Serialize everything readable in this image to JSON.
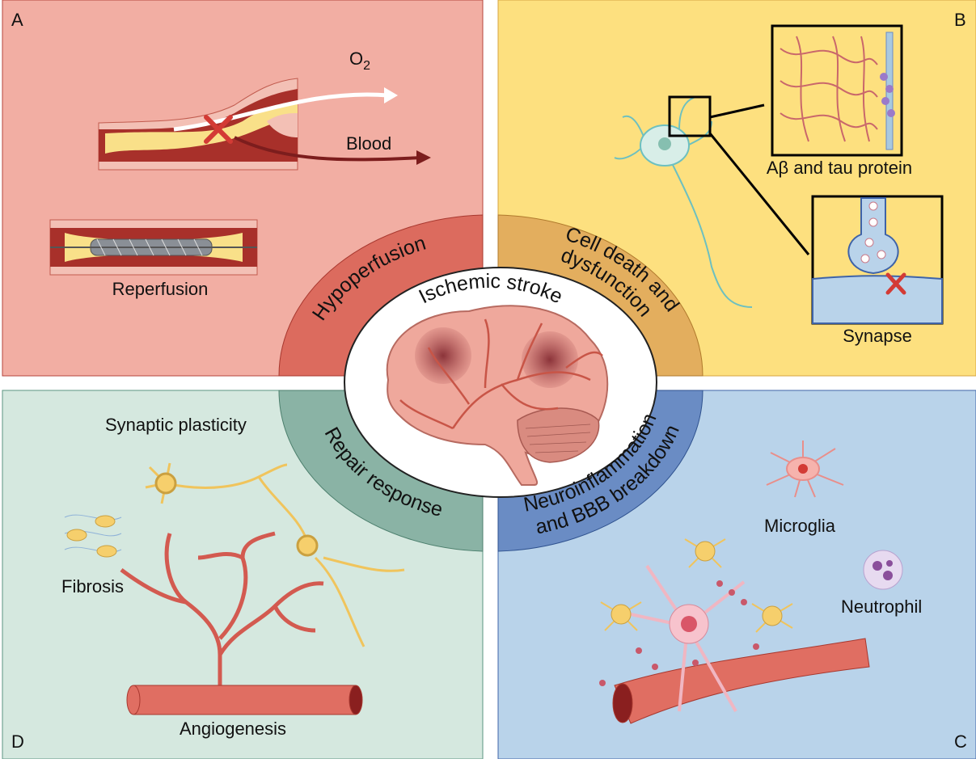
{
  "colors": {
    "panel_a_bg": "#f2aea3",
    "panel_a_band": "#dc6b5e",
    "panel_b_bg": "#fde07f",
    "panel_b_band": "#e3ae5e",
    "panel_c_bg": "#b9d3ea",
    "panel_c_band": "#6a8cc4",
    "panel_d_bg": "#d5e8df",
    "panel_d_band": "#8ab3a5"
  },
  "center": {
    "title": "Ischemic stroke"
  },
  "panels": {
    "A": {
      "letter": "A",
      "band": "Hypoperfusion",
      "o2_main": "O",
      "o2_sub": "2",
      "blood": "Blood",
      "reperfusion": "Reperfusion"
    },
    "B": {
      "letter": "B",
      "band_line1": "Cell death and",
      "band_line2": "dysfunction",
      "protein": "Aβ and tau protein",
      "synapse": "Synapse"
    },
    "C": {
      "letter": "C",
      "band_line1": "Neuroinflammation",
      "band_line2": "and BBB breakdown",
      "microglia": "Microglia",
      "neutrophil": "Neutrophil"
    },
    "D": {
      "letter": "D",
      "band": "Repair response",
      "plasticity": "Synaptic plasticity",
      "fibrosis": "Fibrosis",
      "angiogenesis": "Angiogenesis"
    }
  }
}
